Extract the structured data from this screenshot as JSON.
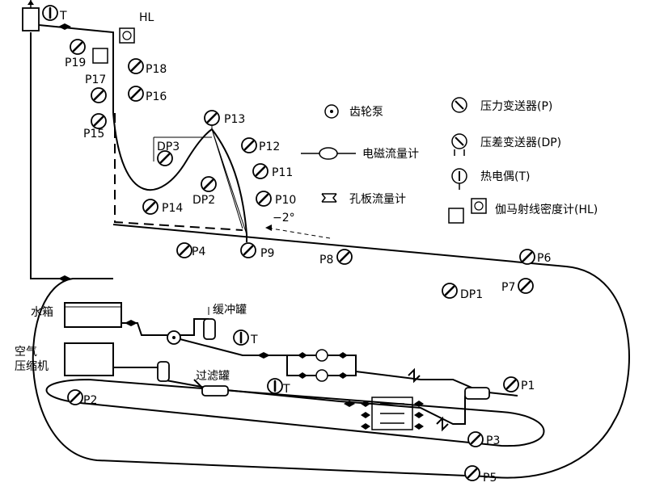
{
  "gauges": {
    "T_top": "T",
    "P19": "P19",
    "P18": "P18",
    "P17": "P17",
    "P16": "P16",
    "P15": "P15",
    "P13": "P13",
    "P12": "P12",
    "P11": "P11",
    "P10": "P10",
    "P14": "P14",
    "P9": "P9",
    "P8": "P8",
    "DP3": "DP3",
    "DP2": "DP2",
    "DP1": "DP1",
    "P4": "P4",
    "P6": "P6",
    "P7": "P7",
    "P1": "P1",
    "P2": "P2",
    "P3": "P3",
    "P5": "P5",
    "T_mid": "T",
    "T_low": "T",
    "HL": "HL"
  },
  "components": {
    "water_tank": "水箱",
    "air_compressor": "空气\n压缩机",
    "buffer_tank": "缓冲罐",
    "filter_tank": "过滤罐"
  },
  "angle_label": "−2°",
  "legend": {
    "gear_pump": "齿轮泵",
    "em_flowmeter": "电磁流量计",
    "orifice_flowmeter": "孔板流量计",
    "pressure_transmitter": "压力变送器(P)",
    "dp_transmitter": "压差变送器(DP)",
    "thermocouple": "热电偶(T)",
    "gamma_densitometer": "伽马射线密度计(HL)"
  }
}
